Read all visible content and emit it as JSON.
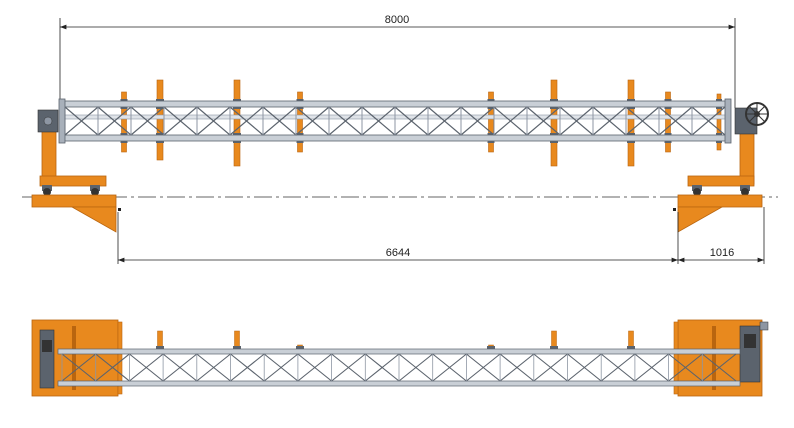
{
  "dimensions": {
    "overall_length": "8000",
    "span_length": "6644",
    "support_width": "1016"
  },
  "colors": {
    "orange": "#e8891e",
    "orange_dark": "#b9650f",
    "steel": "#8d96a3",
    "steel_light": "#c9cfd6",
    "steel_dark": "#5b636d",
    "line": "#222222"
  },
  "icons": {
    "handwheel": "handwheel-icon",
    "castor": "castor-wheel-icon"
  }
}
